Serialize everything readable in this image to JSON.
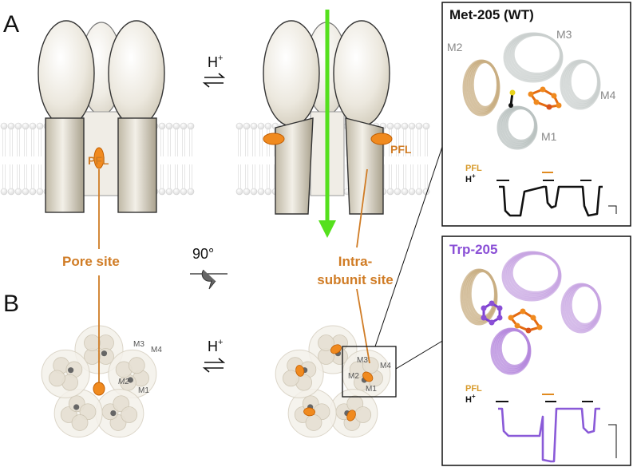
{
  "panels": {
    "a_label": "A",
    "b_label": "B"
  },
  "labels": {
    "pfl_left": "PFL",
    "pfl_right": "PFL",
    "pore_site": "Pore site",
    "intra_line1": "Intra-",
    "intra_line2": "subunit site",
    "h_plus_top": "H",
    "h_plus_bottom": "H",
    "plus_sup": "+",
    "rotation": "90°"
  },
  "subunit_labels": {
    "left": [
      "M3",
      "M4",
      "M2",
      "M1"
    ],
    "right": [
      "M3",
      "M4",
      "M2",
      "M1"
    ]
  },
  "inset_wt": {
    "title": "Met-205 (WT)",
    "helices": [
      "M2",
      "M3",
      "M4",
      "M1"
    ],
    "trace_pfl": "PFL",
    "trace_h": "H",
    "trace_h_sup": "+",
    "trace_color": "#111111"
  },
  "inset_mut": {
    "title": "Trp-205",
    "trace_pfl": "PFL",
    "trace_h": "H",
    "trace_h_sup": "+",
    "trace_color": "#8a5ad8"
  },
  "colors": {
    "orange": "#d07c25",
    "ligand": "#f08a1f",
    "green_arrow": "#55e01d",
    "subunit_fill": "#e6e1d6",
    "wt_helix": "#c9cfce",
    "m2_helix": "#c8ad82",
    "mut_helix": "#c7a4e2",
    "mut_title": "#8a4fd6"
  }
}
